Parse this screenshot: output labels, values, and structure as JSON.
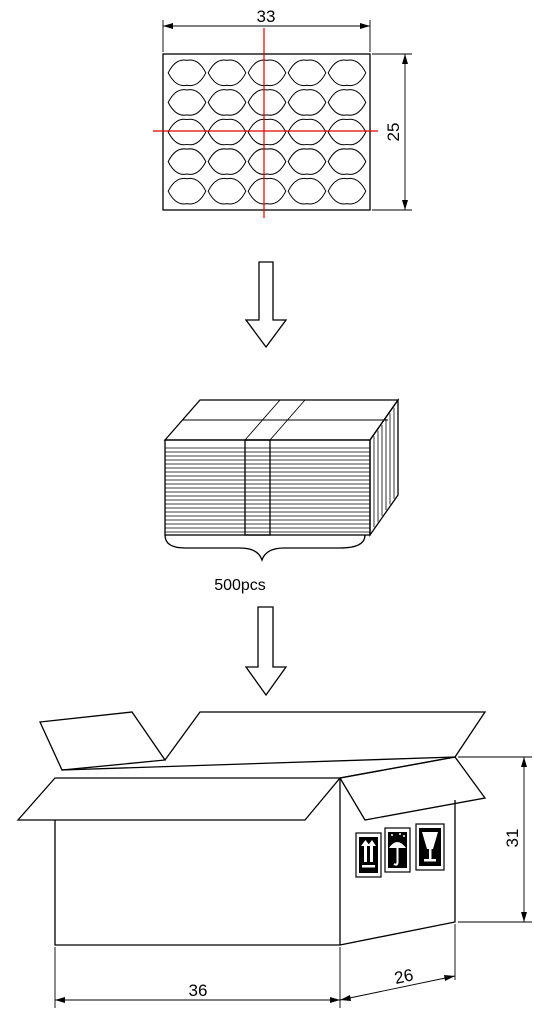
{
  "tray": {
    "width_label": "33",
    "height_label": "25",
    "rows": 5,
    "cols": 5,
    "crosshair_color": "#e00000"
  },
  "stack": {
    "quantity_label": "500pcs"
  },
  "carton": {
    "length_label": "36",
    "width_label": "26",
    "height_label": "31",
    "symbols": [
      "this-way-up-icon",
      "keep-dry-icon",
      "fragile-icon"
    ]
  }
}
